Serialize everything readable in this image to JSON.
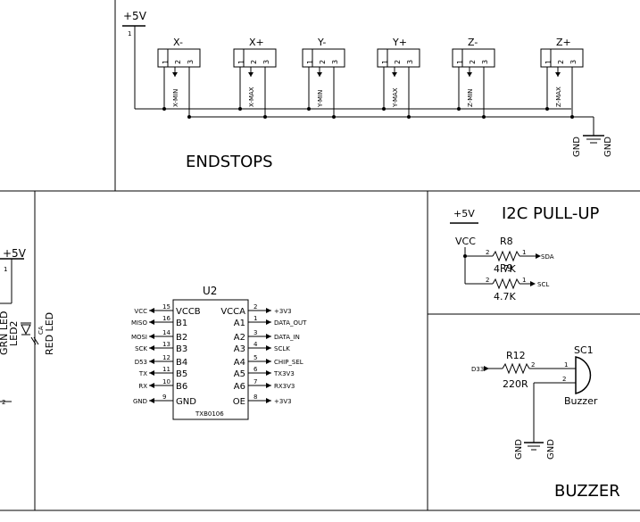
{
  "endstops": {
    "title": "ENDSTOPS",
    "power_label": "+5V",
    "power_pin": "1",
    "gnd_label": "GND",
    "connectors": [
      {
        "name": "X-",
        "net": "X-MIN"
      },
      {
        "name": "X+",
        "net": "X-MAX"
      },
      {
        "name": "Y-",
        "net": "Y-MIN"
      },
      {
        "name": "Y+",
        "net": "Y-MAX"
      },
      {
        "name": "Z-",
        "net": "Z-MIN"
      },
      {
        "name": "Z+",
        "net": "Z-MAX"
      }
    ],
    "pins": [
      "1",
      "2",
      "3"
    ]
  },
  "led": {
    "power_label": "+5V",
    "power_pin": "1",
    "ref": "LED2",
    "label": "RED LED",
    "cut_label": "GRN LED",
    "pin_label": "CA",
    "bottom_pin": "2"
  },
  "level_shifter": {
    "ref": "U2",
    "part": "TXB0106",
    "left_pins": [
      {
        "net": "VCC",
        "pin": "15",
        "name": "VCCB"
      },
      {
        "net": "MISO",
        "pin": "16",
        "name": "B1"
      },
      {
        "net": "MOSI",
        "pin": "14",
        "name": "B2"
      },
      {
        "net": "SCK",
        "pin": "13",
        "name": "B3"
      },
      {
        "net": "D53",
        "pin": "12",
        "name": "B4"
      },
      {
        "net": "TX",
        "pin": "11",
        "name": "B5"
      },
      {
        "net": "RX",
        "pin": "10",
        "name": "B6"
      },
      {
        "net": "GND",
        "pin": "9",
        "name": "GND"
      }
    ],
    "right_pins": [
      {
        "name": "VCCA",
        "pin": "2",
        "net": "+3V3"
      },
      {
        "name": "A1",
        "pin": "1",
        "net": "DATA_OUT"
      },
      {
        "name": "A2",
        "pin": "3",
        "net": "DATA_IN"
      },
      {
        "name": "A3",
        "pin": "4",
        "net": "SCLK"
      },
      {
        "name": "A4",
        "pin": "5",
        "net": "CHIP_SEL"
      },
      {
        "name": "A5",
        "pin": "6",
        "net": "TX3V3"
      },
      {
        "name": "A6",
        "pin": "7",
        "net": "RX3V3"
      },
      {
        "name": "OE",
        "pin": "8",
        "net": "+3V3"
      }
    ]
  },
  "i2c": {
    "title": "I2C PULL-UP",
    "power_label": "+5V",
    "vcc_label": "VCC",
    "r8_ref": "R8",
    "r8_value": "4.7K",
    "r9_ref": "R9",
    "r9_value": "4.7K",
    "pin1": "1",
    "pin2": "2",
    "sda": "SDA",
    "scl": "SCL"
  },
  "buzzer": {
    "title": "BUZZER",
    "r_ref": "R12",
    "r_value": "220R",
    "net": "D33",
    "sc_ref": "SC1",
    "sc_label": "Buzzer",
    "pin1": "1",
    "pin2": "2",
    "gnd_label": "GND"
  }
}
